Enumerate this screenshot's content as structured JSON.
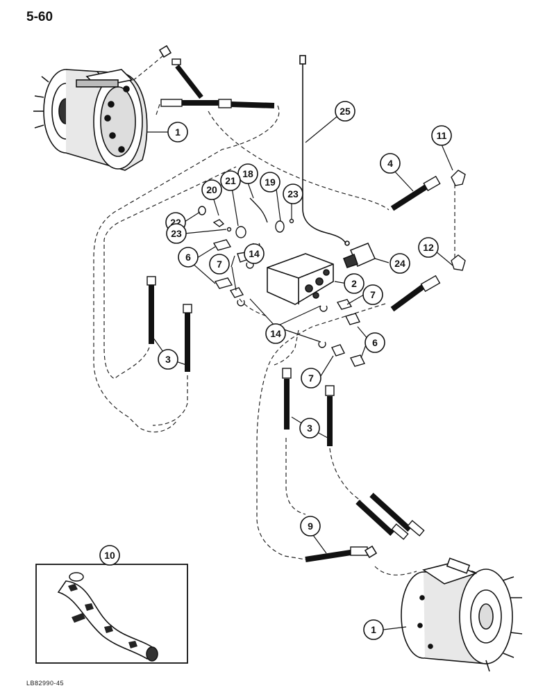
{
  "page_number": "5-60",
  "figure_code": "LB82990-45",
  "callouts": [
    "1",
    "25",
    "11",
    "4",
    "18",
    "21",
    "20",
    "19",
    "23",
    "22",
    "23",
    "6",
    "14",
    "7",
    "24",
    "12",
    "2",
    "7",
    "14",
    "6",
    "3",
    "7",
    "3",
    "9",
    "10",
    "1"
  ]
}
